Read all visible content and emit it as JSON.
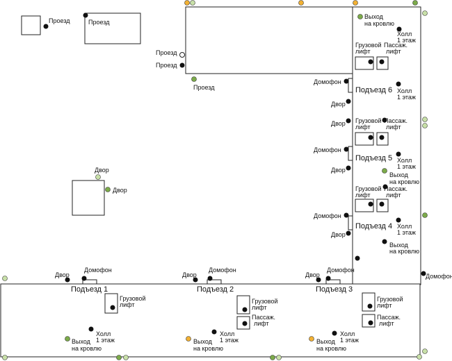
{
  "colors": {
    "black": "#111111",
    "green": "#7cab4a",
    "yellow": "#f2b134",
    "light_green": "#c8e0a8",
    "open_white": "#ffffff"
  },
  "top_area": {
    "small_box_1_label": "Проезд",
    "small_box_2_label": "Проезд",
    "passage_left_1": "Проезд",
    "passage_left_2": "Проезд",
    "passage_bottom": "Проезд"
  },
  "yard_box": {
    "top_label": "Двор",
    "right_label": "Двор"
  },
  "right_building": {
    "entrances": [
      {
        "title": "Подъезд 6",
        "intercom": "Домофон",
        "yard": "Двор",
        "freight_lift": [
          "Грузовой",
          "лифт"
        ],
        "passenger_lift": [
          "Пассаж.",
          "лифт"
        ],
        "hall": [
          "Холл",
          "1 этаж"
        ],
        "roof_exit": [
          "Выход",
          "на кровлю"
        ]
      },
      {
        "title": "Подъезд 5",
        "intercom": "Домофон",
        "yard": "Двор",
        "freight_lift": [
          "Грузовой",
          "лифт"
        ],
        "passenger_lift": [
          "Пассаж.",
          "лифт"
        ],
        "hall": [
          "Холл",
          "1 этаж"
        ],
        "roof_exit": [
          "Выход",
          "на кровлю"
        ]
      },
      {
        "title": "Подъезд 4",
        "intercom": "Домофон",
        "yard": "Двор",
        "freight_lift": [
          "Грузовой",
          "лифт"
        ],
        "passenger_lift": [
          "Пассаж.",
          "лифт"
        ],
        "hall": [
          "Холл",
          "1 этаж"
        ],
        "roof_exit": [
          "Выход",
          "на кровлю"
        ]
      }
    ],
    "outer_intercom": "Домофон"
  },
  "bottom_building": {
    "entrances": [
      {
        "title": "Подъезд 1",
        "yard": "Двор",
        "intercom": "Домофон",
        "freight_lift": [
          "Грузовой",
          "лифт"
        ],
        "hall": [
          "Холл",
          "1 этаж"
        ],
        "roof_exit": [
          "Выход",
          "на кровлю"
        ]
      },
      {
        "title": "Подъезд 2",
        "yard": "Двор",
        "intercom": "Домофон",
        "freight_lift": [
          "Грузовой",
          "лифт"
        ],
        "passenger_lift": [
          "Пассаж.",
          "лифт"
        ],
        "hall": [
          "Холл",
          "1 этаж"
        ],
        "roof_exit": [
          "Выход",
          "на кровлю"
        ]
      },
      {
        "title": "Подъезд 3",
        "yard": "Двор",
        "intercom": "Домофон",
        "freight_lift": [
          "Грузовой",
          "лифт"
        ],
        "passenger_lift": [
          "Пассаж.",
          "лифт"
        ],
        "hall": [
          "Холл",
          "1 этаж"
        ],
        "roof_exit": [
          "Выход",
          "на кровлю"
        ]
      }
    ]
  }
}
